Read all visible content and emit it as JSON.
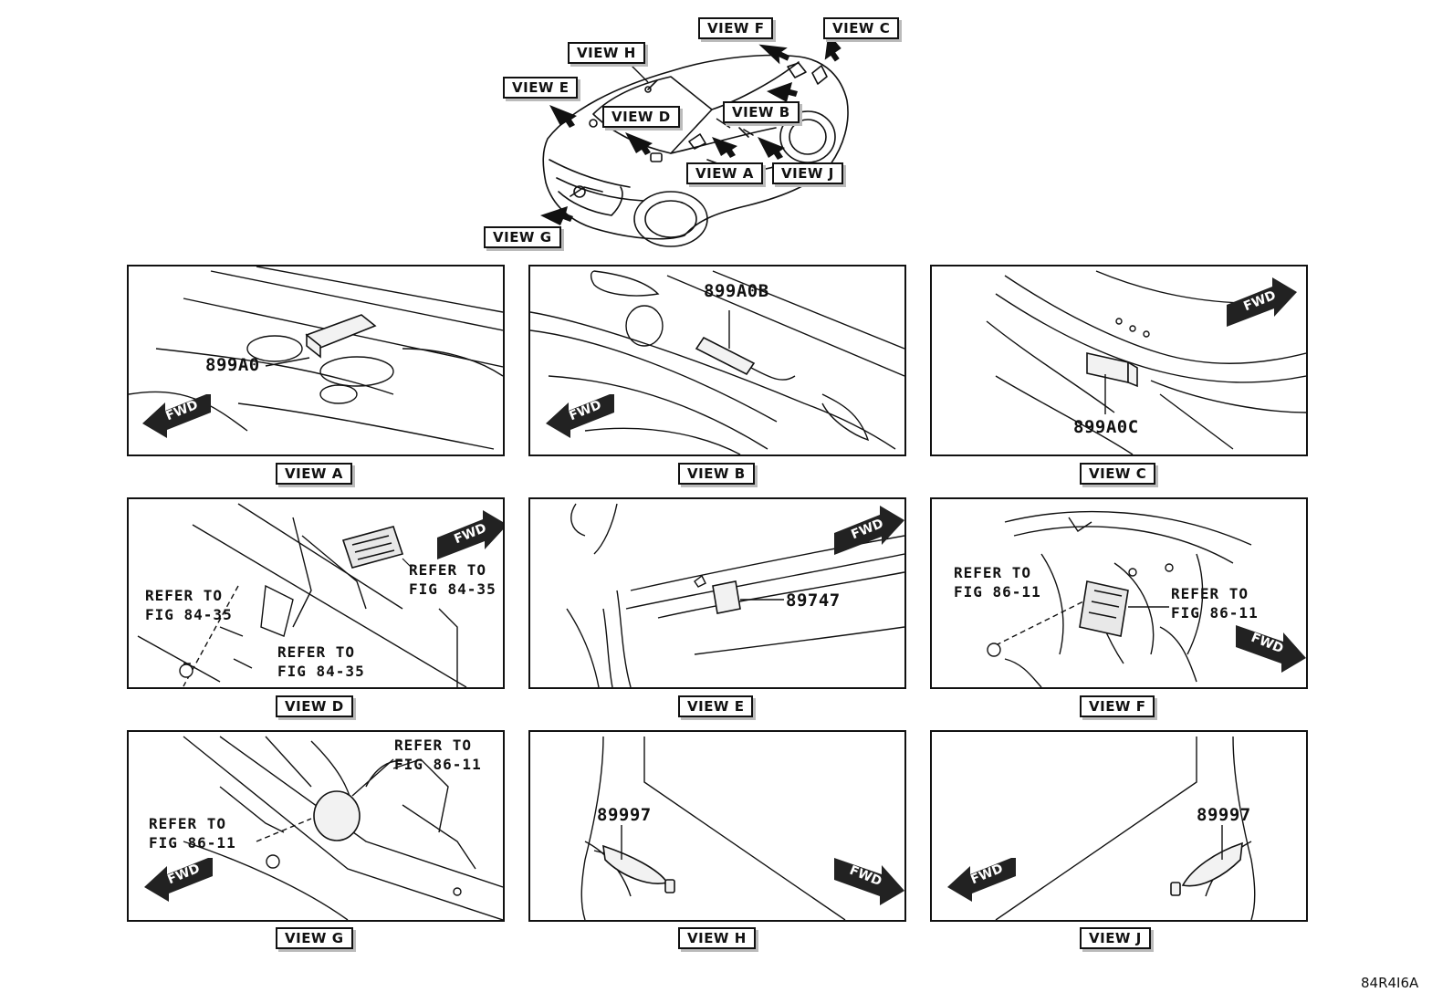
{
  "overview": {
    "view_labels": {
      "f": "VIEW F",
      "c": "VIEW C",
      "h": "VIEW H",
      "e": "VIEW E",
      "d": "VIEW D",
      "b": "VIEW B",
      "a": "VIEW A",
      "j": "VIEW J",
      "g": "VIEW G"
    }
  },
  "fwd_label": "FWD",
  "panels": {
    "a": {
      "caption": "VIEW A",
      "part": "899A0"
    },
    "b": {
      "caption": "VIEW B",
      "part": "899A0B"
    },
    "c": {
      "caption": "VIEW C",
      "part": "899A0C"
    },
    "d": {
      "caption": "VIEW D",
      "ref1": "REFER TO\nFIG 84-35",
      "ref2": "REFER TO\nFIG 84-35",
      "ref3": "REFER TO\nFIG 84-35"
    },
    "e": {
      "caption": "VIEW E",
      "part": "89747"
    },
    "f": {
      "caption": "VIEW F",
      "ref1": "REFER TO\nFIG 86-11",
      "ref2": "REFER TO\nFIG 86-11"
    },
    "g": {
      "caption": "VIEW G",
      "ref1": "REFER TO\nFIG 86-11",
      "ref2": "REFER TO\nFIG 86-11"
    },
    "h": {
      "caption": "VIEW H",
      "part": "89997"
    },
    "j": {
      "caption": "VIEW J",
      "part": "89997"
    }
  },
  "figure_code": "84R4I6A"
}
